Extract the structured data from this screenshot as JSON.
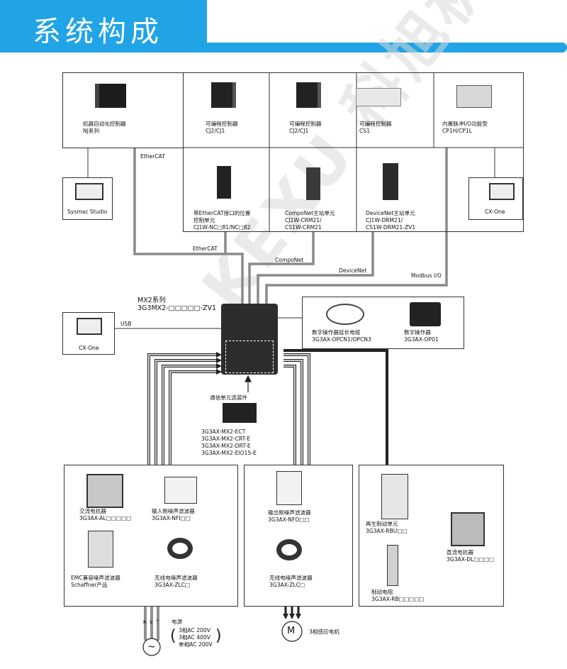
{
  "banner": {
    "title": "系统构成"
  },
  "watermark": "KEXU 科旭机电",
  "controllers": {
    "nj": {
      "name": "机器自动化控制器",
      "model": "NJ系列"
    },
    "cj2_a": {
      "name": "可编程控制器",
      "model": "CJ2/CJ1"
    },
    "cj2_b": {
      "name": "可编程控制器",
      "model": "CJ2/CJ1"
    },
    "cs1": {
      "name": "可编程控制器",
      "model": "CS1"
    },
    "cp1": {
      "name": "内置脉冲I/O功能型",
      "model": "CP1H/CP1L"
    }
  },
  "units": {
    "ethercat": {
      "line1": "带EtherCAT接口的位置",
      "line2": "控制单元",
      "model": "CJ1W-NC□81/NC□82"
    },
    "compo": {
      "name": "CompoNet主站单元",
      "model1": "CJ1W-CRM21/",
      "model2": "CS1W-CRM21"
    },
    "devicenet": {
      "name": "DeviceNet主站单元",
      "model1": "CJ1W-DRM21/",
      "model2": "CS1W-DRM21-ZV1"
    }
  },
  "software": {
    "sysmac": "Sysmac Studio",
    "cxone_right": "CX-One",
    "cxone_left": "CX-One"
  },
  "buses": {
    "ethercat_top": "EtherCAT",
    "ethercat_mid": "EtherCAT",
    "componet": "CompoNet",
    "devicenet": "DeviceNet",
    "modbus": "Modbus I/O",
    "usb": "USB"
  },
  "inverter": {
    "series": "MX2系列",
    "model": "3G3MX2-□□□□□-ZV1"
  },
  "operator": {
    "cable_name": "数字操作器延长电缆",
    "cable_model": "3G3AX-OPCN1/OPCN3",
    "panel_name": "数字操作器",
    "panel_model": "3G3AX-OP01"
  },
  "comm": {
    "title": "通信单元选装件",
    "models": [
      "3G3AX-MX2-ECT",
      "3G3AX-MX2-CRT-E",
      "3G3AX-MX2-DRT-E",
      "3G3AX-MX2-EIO15-E"
    ]
  },
  "input_options": {
    "reactor_name": "交流电抗器",
    "reactor_model": "3G3AX-AL□□□□□",
    "nfi_name": "输入侧噪声滤波器",
    "nfi_model": "3G3AX-NFI□□",
    "emc_name": "EMC兼容噪声滤波器",
    "emc_model": "Schaffner产品",
    "zlc_name": "无线电噪声滤波器",
    "zlc_model": "3G3AX-ZLC□"
  },
  "output_options": {
    "nfo_name": "输出侧噪声滤波器",
    "nfo_model": "3G3AX-NFO□□",
    "zlc_name": "无线电噪声滤波器",
    "zlc_model": "3G3AX-ZLC□"
  },
  "braking": {
    "rbu_name": "再生制动单元",
    "rbu_model": "3G3AX-RBU□□",
    "dl_name": "直流电抗器",
    "dl_model": "3G3AX-DL□□□□",
    "rb_name": "制动电阻",
    "rb_model": "3G3AX-RB□□□□□"
  },
  "power": {
    "title": "电源",
    "phases": [
      "R",
      "S",
      "T"
    ],
    "specs": [
      "3相AC 200V",
      "3相AC 400V",
      "单相AC 200V"
    ],
    "symbol": "~"
  },
  "motor": {
    "symbol": "M",
    "name": "3相感应电机"
  },
  "colors": {
    "banner": "#20a4e6",
    "bus_gray": "#8a8a8a",
    "line": "#222222"
  }
}
